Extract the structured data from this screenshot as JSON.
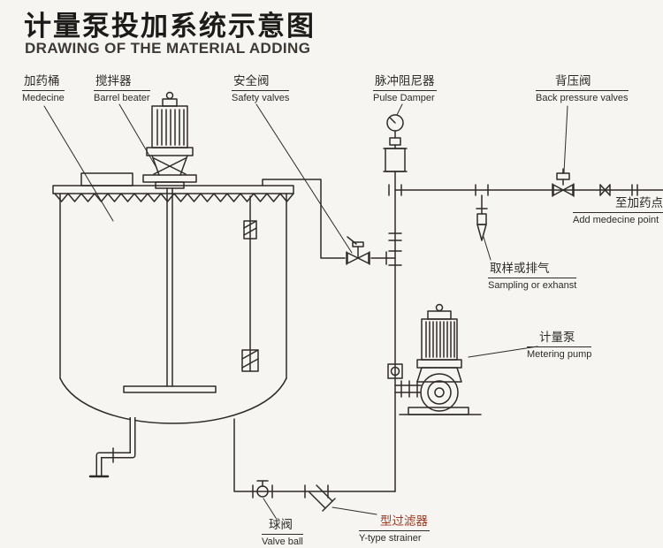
{
  "title": {
    "zh": "计量泵投加系统示意图",
    "en": "DRAWING OF THE MATERIAL ADDING"
  },
  "labels": {
    "medicine_barrel": {
      "zh": "加药桶",
      "en": "Medecine"
    },
    "barrel_beater": {
      "zh": "搅拌器",
      "en": "Barrel beater"
    },
    "safety_valve": {
      "zh": "安全阀",
      "en": "Safety valves"
    },
    "pulse_damper": {
      "zh": "脉冲阻尼器",
      "en": "Pulse Damper"
    },
    "back_pressure_valve": {
      "zh": "背压阀",
      "en": "Back pressure valves"
    },
    "add_medicine_point": {
      "zh": "至加药点",
      "en": "Add medecine point"
    },
    "sampling_exhaust": {
      "zh": "取样或排气",
      "en": "Sampling or exhanst"
    },
    "metering_pump": {
      "zh": "计量泵",
      "en": "Metering pump"
    },
    "ball_valve": {
      "zh": "球阀",
      "en": "Valve ball"
    },
    "y_strainer": {
      "zh": "型过滤器",
      "en": "Y-type strainer"
    }
  },
  "colors": {
    "ink": "#2e2b28",
    "paper": "#f6f5f1",
    "strainer_label": "#a03a22"
  }
}
